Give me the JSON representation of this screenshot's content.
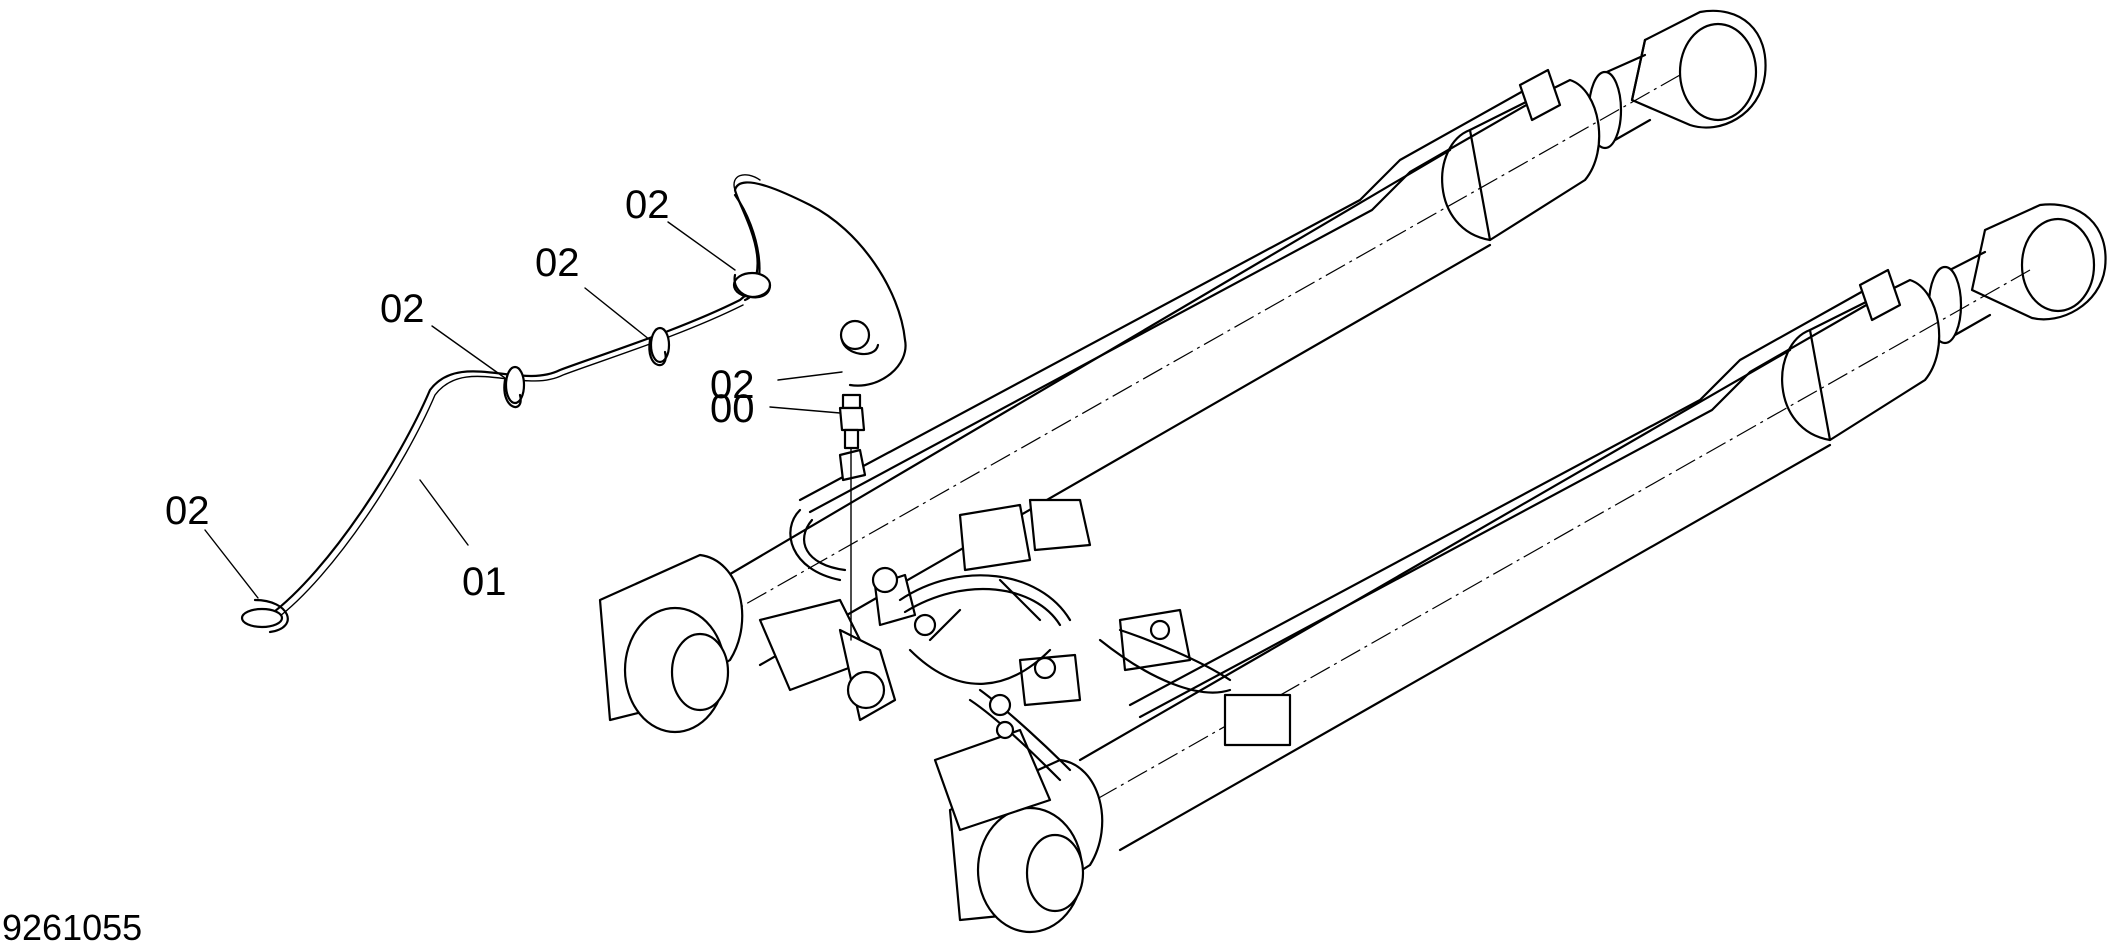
{
  "figure_number": "9261055",
  "callouts": [
    {
      "id": "c1",
      "label": "02"
    },
    {
      "id": "c2",
      "label": "02"
    },
    {
      "id": "c3",
      "label": "02"
    },
    {
      "id": "c4",
      "label": "02"
    },
    {
      "id": "c5",
      "label": "00"
    },
    {
      "id": "c6",
      "label": "01"
    },
    {
      "id": "c7",
      "label": "02"
    }
  ],
  "colors": {
    "line": "#000000",
    "background": "#ffffff"
  }
}
